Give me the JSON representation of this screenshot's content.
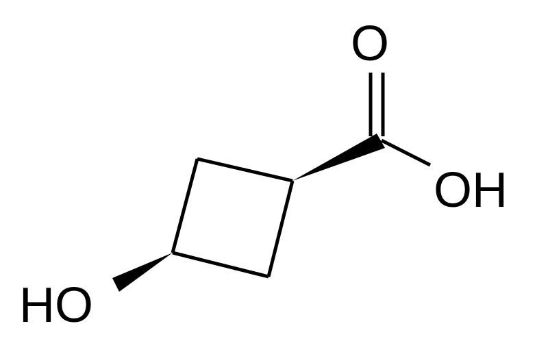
{
  "molecule": {
    "atoms": {
      "carbonyl_oxygen": "O",
      "acid_hydroxyl": "OH",
      "ring_hydroxyl": "HO"
    },
    "colors": {
      "bond": "#000000",
      "background": "#ffffff"
    }
  }
}
